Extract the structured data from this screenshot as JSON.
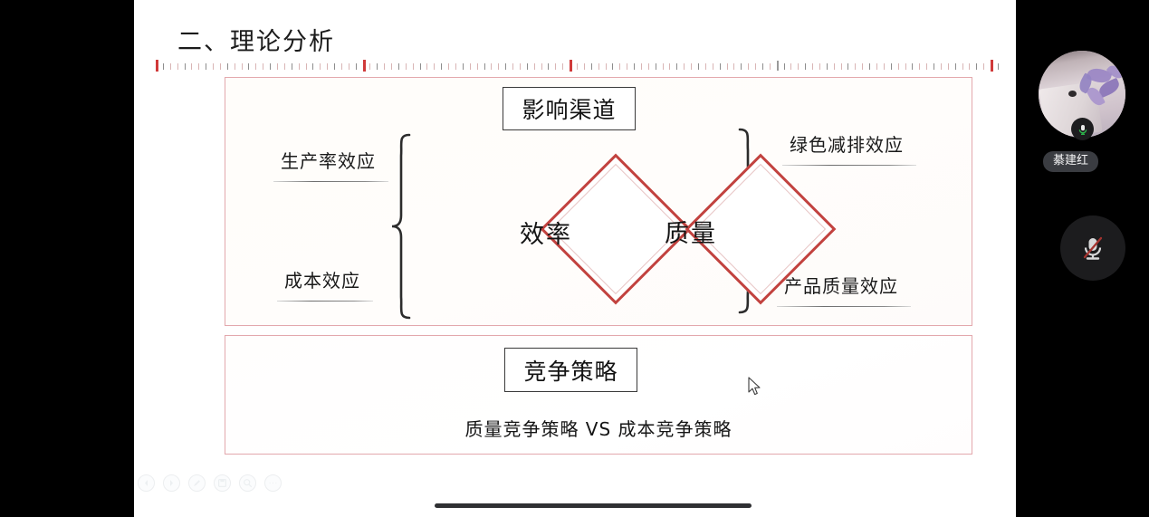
{
  "slide": {
    "title": "二、理论分析",
    "influence_channel": "影响渠道",
    "left_effects": [
      "生产率效应",
      "成本效应"
    ],
    "right_effects": [
      "绿色减排效应",
      "产品质量效应"
    ],
    "diamonds": [
      "效率",
      "质量"
    ],
    "strategy_box": "竞争策略",
    "strategy_compare": "质量竞争策略  VS  成本竞争策略"
  },
  "toolbar": {
    "items": [
      {
        "name": "previous-slide-button",
        "icon": "left-arrow-icon"
      },
      {
        "name": "next-slide-button",
        "icon": "right-arrow-icon"
      },
      {
        "name": "annotate-pen-button",
        "icon": "pen-icon"
      },
      {
        "name": "save-snapshot-button",
        "icon": "save-icon"
      },
      {
        "name": "zoom-search-button",
        "icon": "magnifier-icon"
      },
      {
        "name": "more-options-button",
        "icon": "ellipsis-icon",
        "label": "···"
      }
    ]
  },
  "participant": {
    "name": "綦建红",
    "mic_badge_state": "unmuted",
    "mute_button_state": "muted"
  },
  "colors": {
    "panel_border": "#e3a8ad",
    "diamond_border": "#c2423f",
    "ruler_major_tick": "#d03a3a",
    "mic_active": "#2db84c",
    "mute_slash": "#a5332f",
    "name_pill_bg": "#3a3c41"
  }
}
